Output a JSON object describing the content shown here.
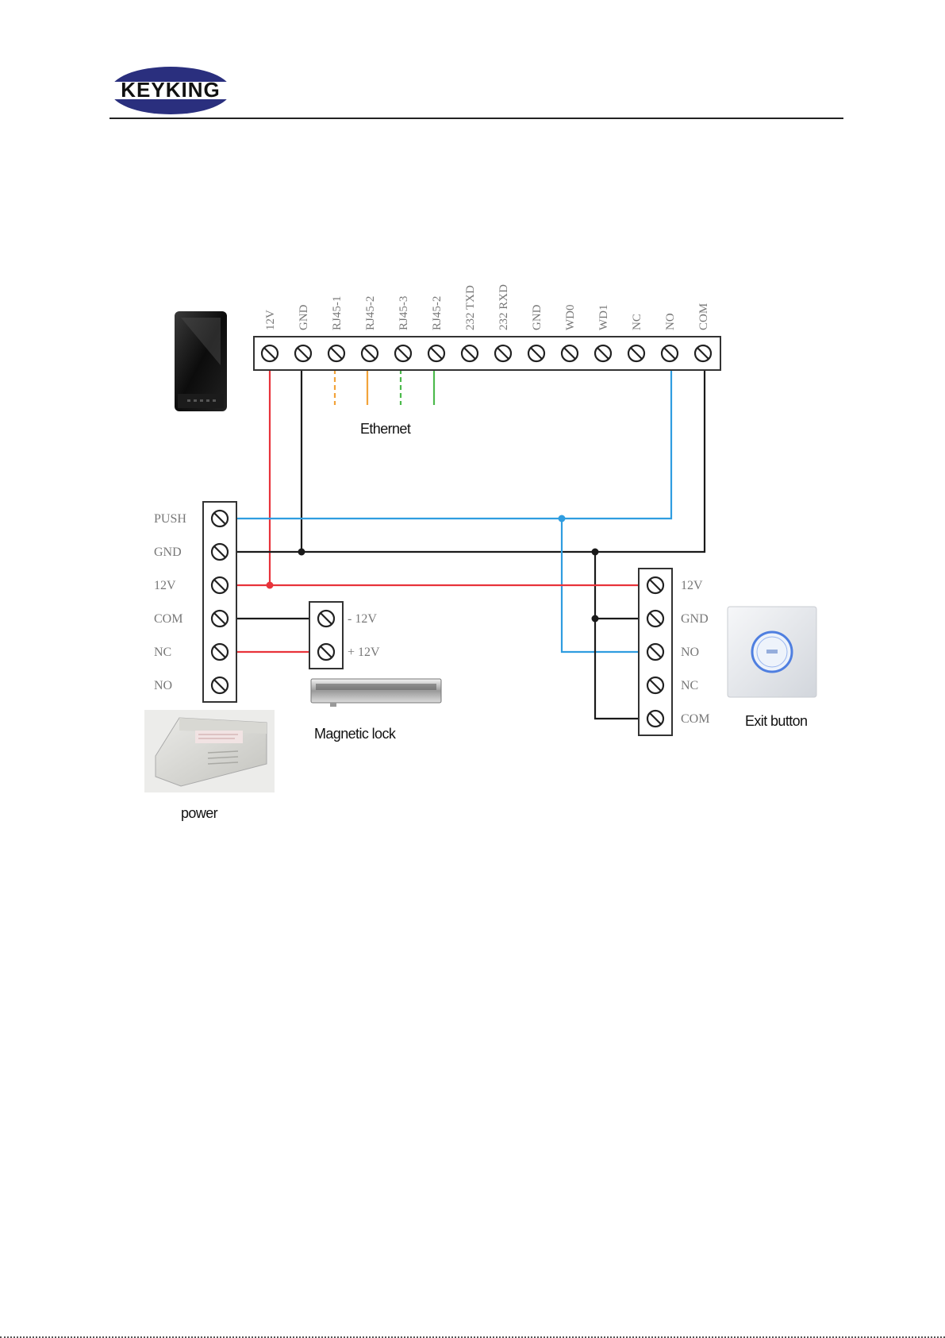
{
  "header": {
    "logo_text": "KEYKING"
  },
  "controller": {
    "terminals": [
      "12V",
      "GND",
      "RJ45-1",
      "RJ45-2",
      "RJ45-3",
      "RJ45-2",
      "232 TXD",
      "232 RXD",
      "GND",
      "WD0",
      "WD1",
      "NC",
      "NO",
      "COM"
    ]
  },
  "ethernet_label": "Ethernet",
  "power_supply": {
    "terminals": [
      "PUSH",
      "GND",
      "12V",
      "COM",
      "NC",
      "NO"
    ],
    "caption": "power"
  },
  "magnetic_lock": {
    "terminals": [
      "- 12V",
      "+ 12V"
    ],
    "caption": "Magnetic lock"
  },
  "exit_button": {
    "terminals": [
      "12V",
      "GND",
      "NO",
      "NC",
      "COM"
    ],
    "caption": "Exit button"
  },
  "colors": {
    "red_wire": "#e8333a",
    "black_wire": "#1a1a1a",
    "blue_wire": "#2f9de0",
    "orange_wire": "#f2a33a",
    "green_wire": "#4cba4c",
    "logo_navy": "#2a2f7e"
  }
}
